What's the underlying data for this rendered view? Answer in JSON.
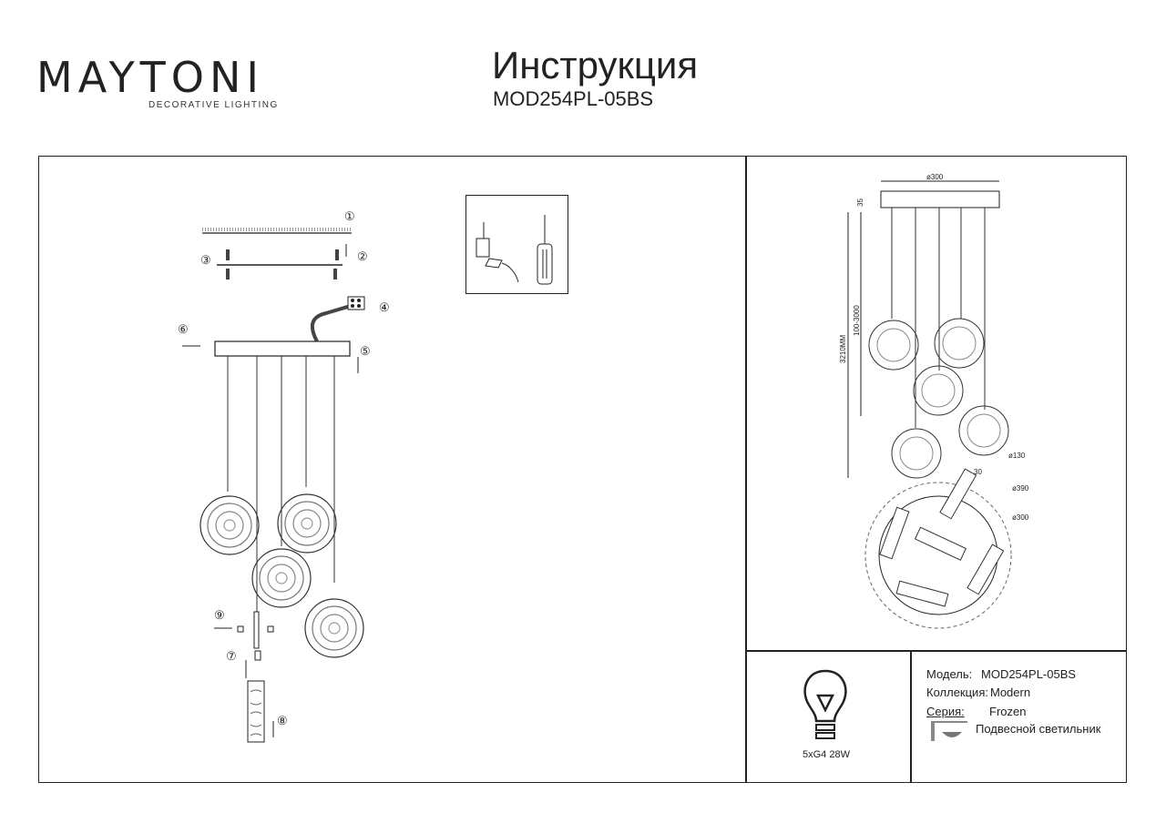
{
  "header": {
    "brand": "MAYTONI",
    "tagline": "DECORATIVE LIGHTING",
    "title": "Инструкция",
    "model": "MOD254PL-05BS"
  },
  "assembly": {
    "callouts": [
      "①",
      "②",
      "③",
      "④",
      "⑤",
      "⑥",
      "⑦",
      "⑧",
      "⑨"
    ]
  },
  "tools": {
    "icons": [
      "drill-icon",
      "screwdriver-icon"
    ]
  },
  "dimensions": {
    "canopy_diameter": "ø300",
    "canopy_height": "35",
    "cable_range": "100-3000",
    "total_height": "3210MM",
    "shade_diameter": "ø130",
    "angle": "30",
    "outer_circle": "ø390",
    "inner_circle": "ø300"
  },
  "bulb": {
    "label": "5xG4 28W"
  },
  "specs": {
    "model_label": "Модель:",
    "model_value": "MOD254PL-05BS",
    "collection_label": "Коллекция:",
    "collection_value": "Modern",
    "series_label": "Серия:",
    "series_value": "Frozen",
    "type_value": "Подвесной светильник"
  }
}
